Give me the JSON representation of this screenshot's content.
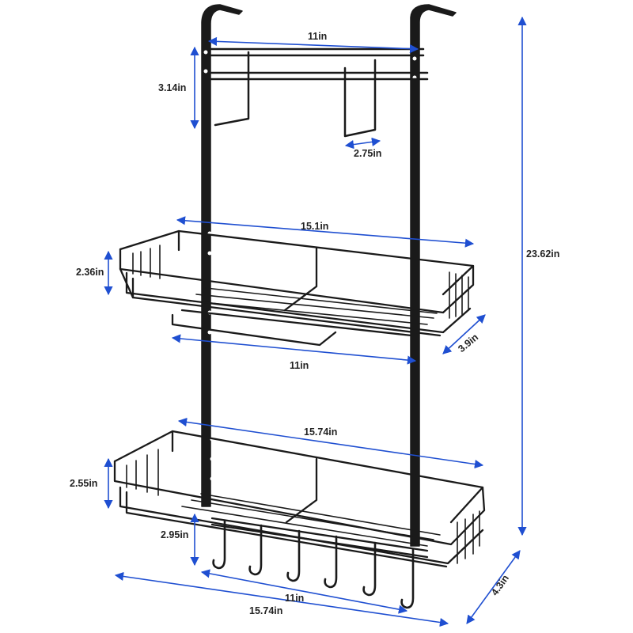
{
  "colors": {
    "dimension_line": "#1f4fd1",
    "rack_metal": "#1a1a1a",
    "label_text": "#222222",
    "background": "#ffffff"
  },
  "dimensions": {
    "total_height": "23.62in",
    "hanger_width": "11in",
    "hanger_height": "3.14in",
    "hook_depth": "2.75in",
    "top_basket_width": "15.1in",
    "top_basket_height": "2.36in",
    "top_basket_depth": "3.9in",
    "top_inner_width": "11in",
    "bottom_basket_width": "15.74in",
    "bottom_basket_height": "2.55in",
    "hooks_height": "2.95in",
    "hooks_span": "11in",
    "bottom_width": "15.74in",
    "bottom_depth": "4.3in"
  }
}
